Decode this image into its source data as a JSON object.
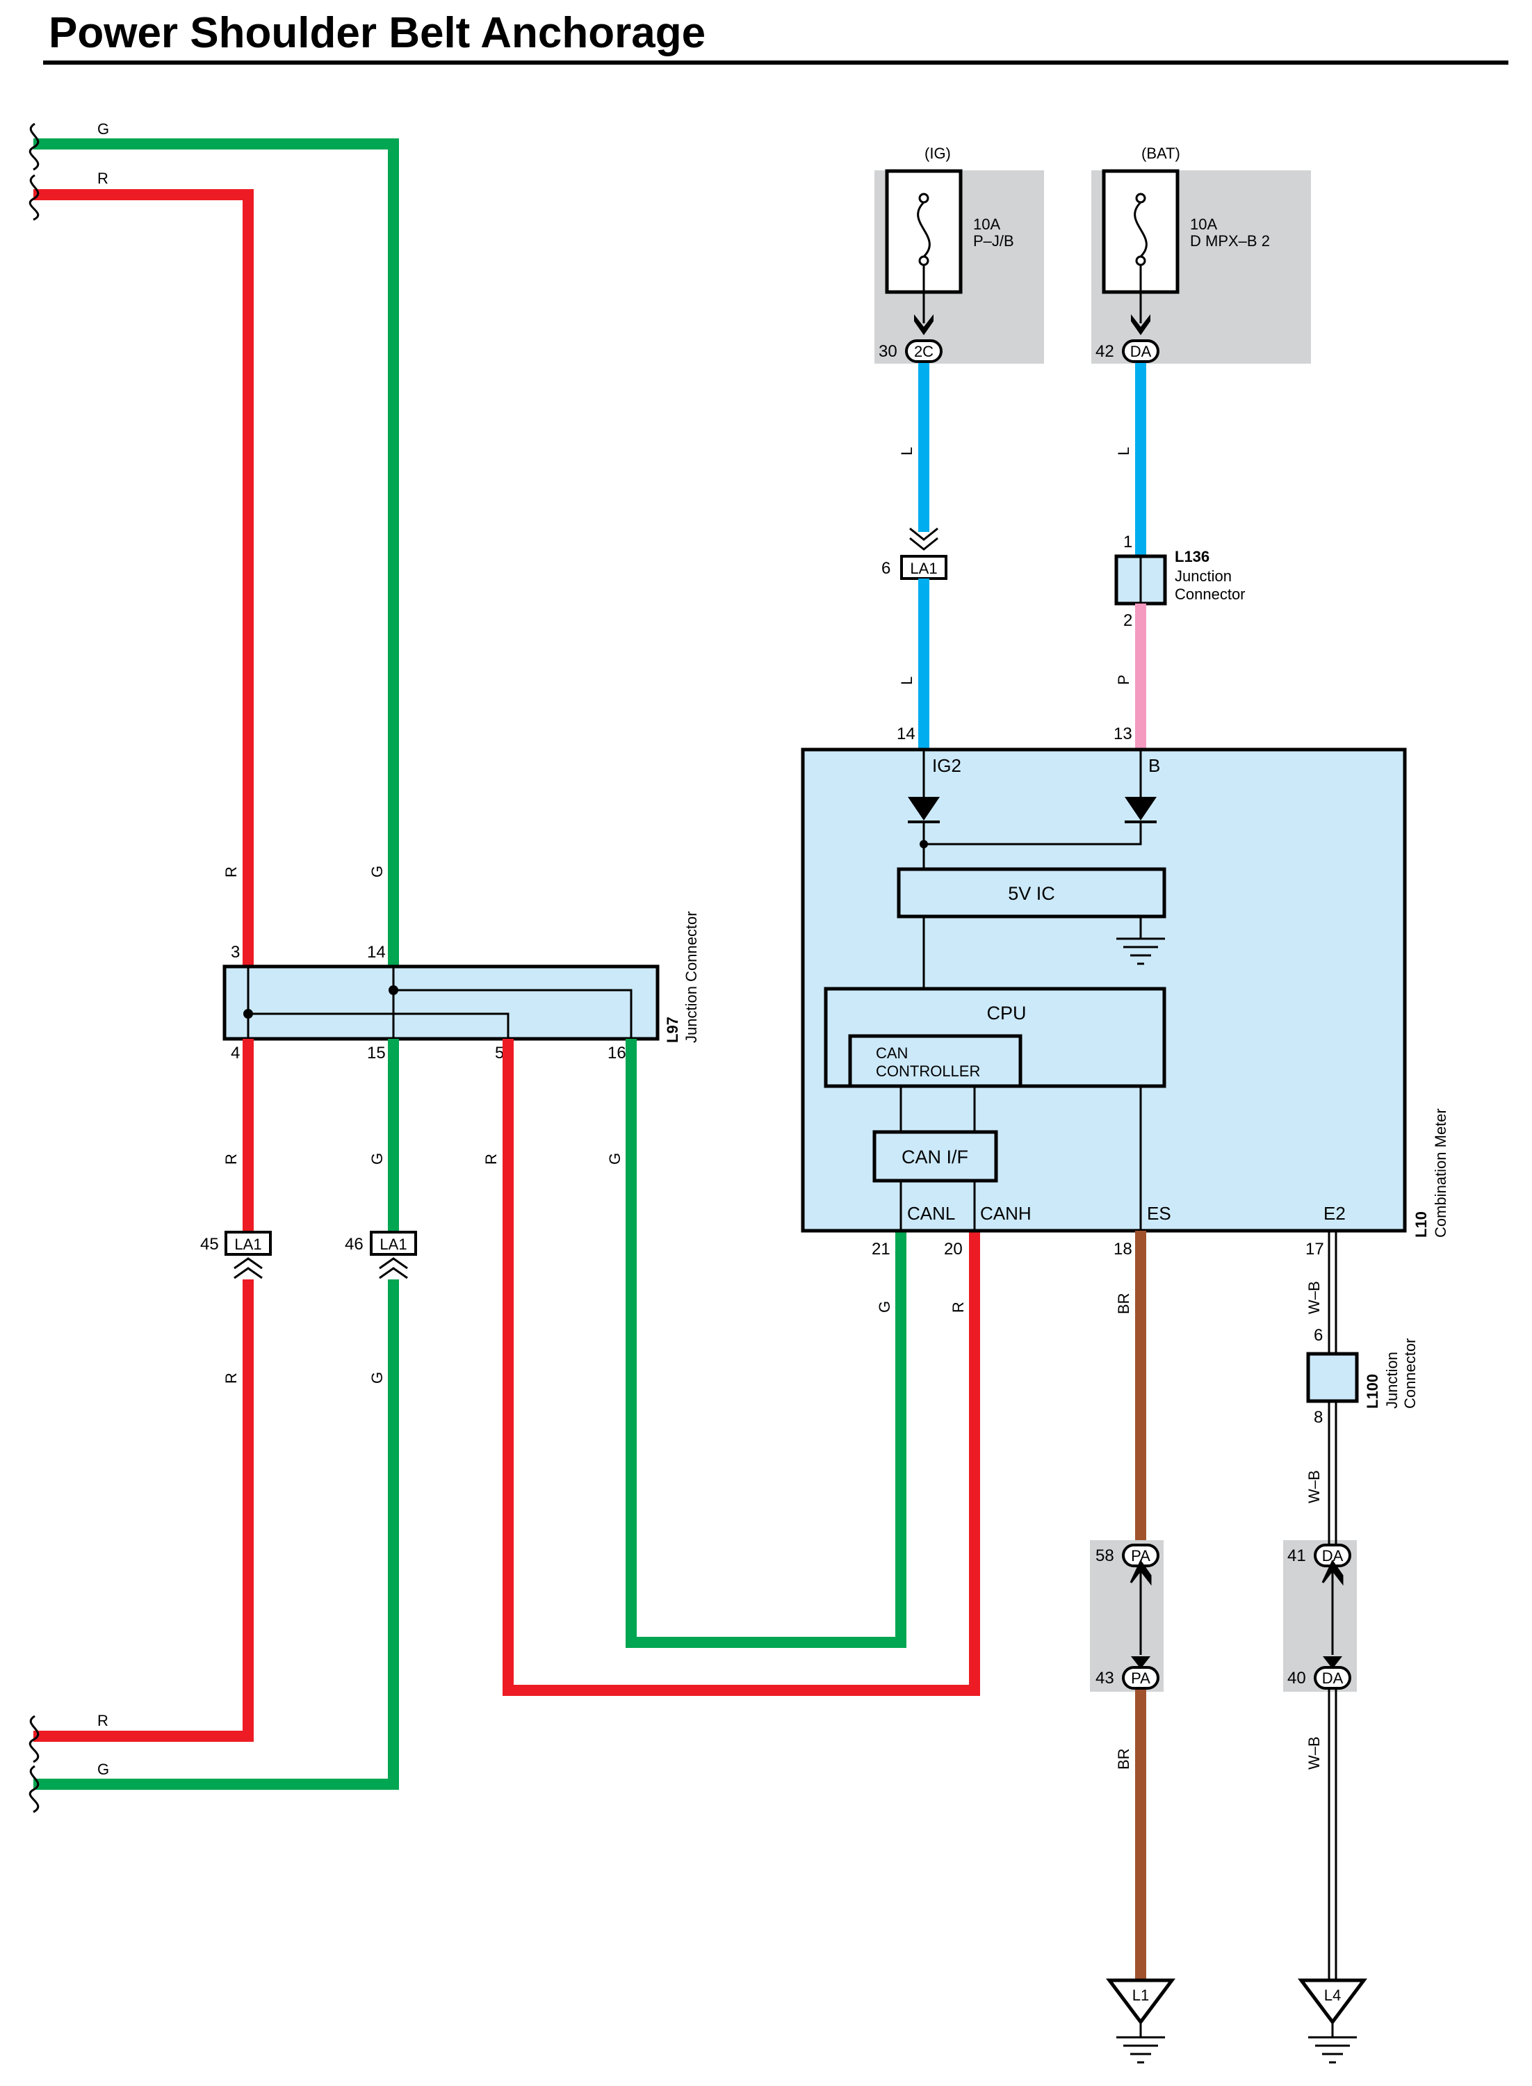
{
  "title": "Power Shoulder Belt Anchorage",
  "colors": {
    "G": "#00a651",
    "R": "#ed1c24",
    "L": "#00aeef",
    "P": "#f49ac1",
    "BR": "#a0522d",
    "box_fill": "#cce9f9",
    "fuse_bg": "#d1d3d4"
  },
  "fuses": [
    {
      "supply": "(IG)",
      "rating": "10A",
      "name": "P–J/B",
      "pin": "30",
      "conn": "2C"
    },
    {
      "supply": "(BAT)",
      "rating": "10A",
      "name": "D MPX–B 2",
      "pin": "42",
      "conn": "DA"
    }
  ],
  "wires": {
    "top_g": "G",
    "top_r": "R",
    "bottom_r": "R",
    "bottom_g": "G",
    "left_r_upper": "R",
    "left_g_upper": "G",
    "left_r_mid": "R",
    "left_g_mid": "G",
    "mid_r": "R",
    "mid_g": "G",
    "left_r_lower": "R",
    "left_g_lower": "G",
    "ig_upper": "L",
    "ig_lower": "L",
    "bat_upper": "L",
    "bat_lower": "P",
    "canl": "G",
    "canh": "R",
    "es": "BR",
    "es_lower": "BR",
    "e2": "W–B",
    "e2_mid": "W–B",
    "e2_lower": "W–B"
  },
  "l97": {
    "code": "L97",
    "desc": "Junction Connector",
    "pin_top_r": "3",
    "pin_top_g": "14",
    "pin_bot_r": "4",
    "pin_bot_g": "15",
    "pin_bot_5": "5",
    "pin_bot_16": "16"
  },
  "la1_left": {
    "name": "LA1",
    "pin_r": "45",
    "pin_g": "46"
  },
  "la1_ig": {
    "name": "LA1",
    "pin": "6"
  },
  "l136": {
    "code": "L136",
    "line1": "Junction",
    "line2": "Connector",
    "pin_in": "1",
    "pin_out": "2"
  },
  "l100": {
    "code": "L100",
    "line1": "Junction",
    "line2": "Connector",
    "pin_in": "6",
    "pin_out": "8"
  },
  "l10": {
    "code": "L10",
    "desc": "Combination Meter",
    "pin_ig2": "14",
    "pin_b": "13",
    "pin_canl": "21",
    "pin_canh": "20",
    "pin_es": "18",
    "pin_e2": "17",
    "sig_ig2": "IG2",
    "sig_b": "B",
    "sig_canl": "CANL",
    "sig_canh": "CANH",
    "sig_es": "ES",
    "sig_e2": "E2",
    "ic": "5V IC",
    "cpu": "CPU",
    "can_ctrl_1": "CAN",
    "can_ctrl_2": "CONTROLLER",
    "can_if": "CAN I/F"
  },
  "pa": {
    "name": "PA",
    "pin_top": "58",
    "pin_bot": "43"
  },
  "da": {
    "name": "DA",
    "pin_top": "41",
    "pin_bot": "40"
  },
  "grounds": {
    "left": "L1",
    "right": "L4"
  }
}
